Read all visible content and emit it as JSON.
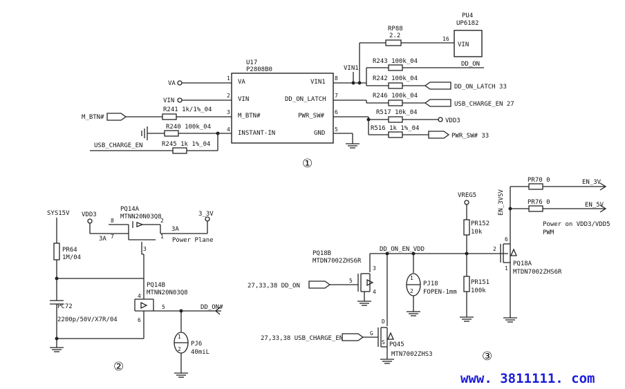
{
  "section1": {
    "marker": "①",
    "chip": {
      "ref": "U17",
      "part": "P2808B0",
      "pins": [
        {
          "num": "1",
          "name": "VA"
        },
        {
          "num": "2",
          "name": "VIN"
        },
        {
          "num": "3",
          "name": "M_BTN#"
        },
        {
          "num": "4",
          "name": "INSTANT-IN"
        },
        {
          "num": "8",
          "name": "VIN1"
        },
        {
          "num": "7",
          "name": "DD_ON_LATCH"
        },
        {
          "num": "6",
          "name": "PWR_SW#"
        },
        {
          "num": "5",
          "name": "GND"
        }
      ]
    },
    "pu4": {
      "ref": "PU4",
      "part": "UP6182",
      "pin": "16",
      "pin_name": "VIN"
    },
    "rp88": {
      "ref": "RP88",
      "value": "2.2"
    },
    "vin1_label": "VIN1",
    "left_nets": {
      "va": "VA",
      "vin": "VIN",
      "mbtn": "M_BTN#",
      "usb": "USB_CHARGE_EN"
    },
    "left_resistors": {
      "r241": "R241 1k/1%_04",
      "r240": "R240 100k_04",
      "r245": "R245 1k 1%_04"
    },
    "right_resistors": {
      "r243": "R243 100k_04",
      "r242": "R242 100k_04",
      "r246": "R246 100k_04",
      "r517": "R517 10k_04",
      "r516": "R516 1k 1%_04"
    },
    "right_nets": {
      "dd_on": "DD_ON",
      "dd_on_latch": "DD_ON_LATCH 33",
      "usb_charge": "USB_CHARGE_EN 27",
      "vdd3": "VDD3",
      "pwr_sw": "PWR_SW# 33"
    }
  },
  "section2": {
    "marker": "②",
    "sys15v": "SYS15V",
    "vdd3": "VDD3",
    "v33": "3_3V",
    "pq14a": {
      "ref": "PQ14A",
      "part": "MTNN20N03Q8"
    },
    "pq14b": {
      "ref": "PQ14B",
      "part": "MTNN20N03Q8"
    },
    "pins": {
      "p8": "8",
      "p2": "2",
      "p7": "7",
      "p1": "1",
      "p3": "3",
      "p4": "4",
      "p5": "5",
      "p6": "6"
    },
    "current_a": "3A",
    "current_b": "3A",
    "current_c": "3A",
    "power_plane": "Power Plane",
    "pr64": {
      "ref": "PR64",
      "value": "1M/04"
    },
    "pc72": {
      "ref": "PC72",
      "value": "2200p/50V/X7R/04"
    },
    "dd_on_n": "DD_ON#",
    "pj6": {
      "ref": "PJ6",
      "value": "40miL",
      "p1": "1",
      "p2": "2"
    }
  },
  "section3": {
    "marker": "③",
    "pq18b": {
      "ref": "PQ18B",
      "part": "MTDN7002ZHS6R"
    },
    "dd_on_en": "DD_ON_EN_VDD",
    "vreg5": "VREG5",
    "en3vsv": "EN_3VSV",
    "pr70": "PR70 0",
    "pr76": "PR76 0",
    "en_3v": "EN_3V",
    "en_5v": "EN_5V",
    "power_on_1": "Power on VDD3/VDD5",
    "power_on_2": "PWM",
    "pr152": {
      "ref": "PR152",
      "value": "10k"
    },
    "pr151": {
      "ref": "PR151",
      "value": "100k"
    },
    "pq18a": {
      "ref": "PQ18A",
      "part": "MTDN7002ZHS6R"
    },
    "pj18": {
      "ref": "PJ18",
      "value": "FOPEN-1mm",
      "p1": "1",
      "p2": "2"
    },
    "dd_on_in": "27,33,38 DD_ON",
    "usb_in": "27,33,38 USB_CHARGE_EN",
    "pq45": {
      "ref": "PQ45",
      "part": "MTN7002ZHS3"
    },
    "pins": {
      "p3": "3",
      "p4": "4",
      "p5": "5",
      "p6": "6",
      "p2": "2",
      "p1": "1",
      "d": "D",
      "g": "G",
      "s": "S"
    }
  },
  "watermark": "www. 3811111. com"
}
